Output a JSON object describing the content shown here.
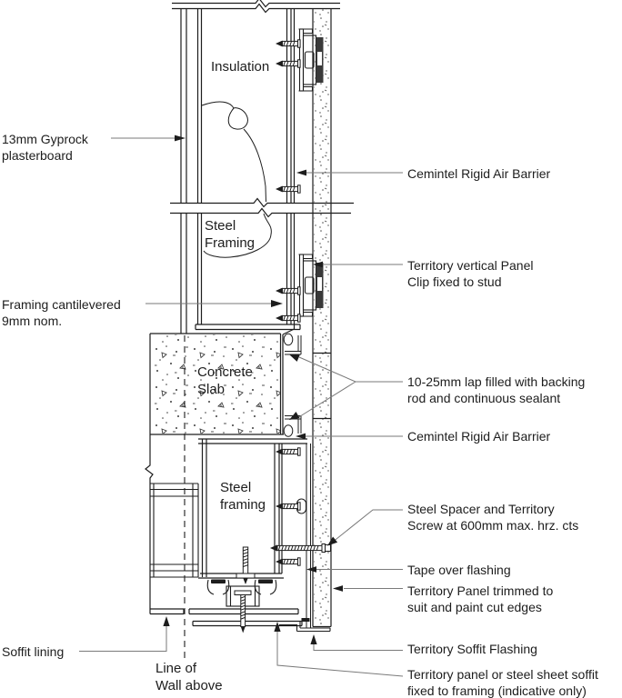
{
  "drawing_type": "wall-section-construction-detail",
  "colors": {
    "background": "#ffffff",
    "line": "#1d1d1d",
    "leader": "#7a7a7a",
    "clip_rail_fill": "#3a3a3a"
  },
  "labels": {
    "insulation": "Insulation",
    "steel_framing_upper": "Steel\nFraming",
    "concrete_slab": "Concrete\nSlab",
    "steel_framing_lower": "Steel\nframing",
    "line_of_wall_above": "Line of\nWall above",
    "gyprock": "13mm Gyprock\nplasterboard",
    "framing_cantilevered": "Framing cantilevered\n9mm nom.",
    "soffit_lining": "Soffit lining",
    "air_barrier_upper": "Cemintel Rigid Air Barrier",
    "panel_clip": "Territory vertical Panel\nClip fixed to stud",
    "lap_sealant": "10-25mm lap filled with backing\nrod and continuous sealant",
    "air_barrier_lower": "Cemintel Rigid Air Barrier",
    "steel_spacer": "Steel Spacer and Territory\nScrew at 600mm max. hrz. cts",
    "tape_over_flashing": "Tape over flashing",
    "panel_trimmed": "Territory Panel trimmed to\nsuit and paint cut edges",
    "soffit_flashing": "Territory Soffit Flashing",
    "soffit_panel": "Territory panel or steel sheet soffit\nfixed to framing (indicative only)"
  }
}
